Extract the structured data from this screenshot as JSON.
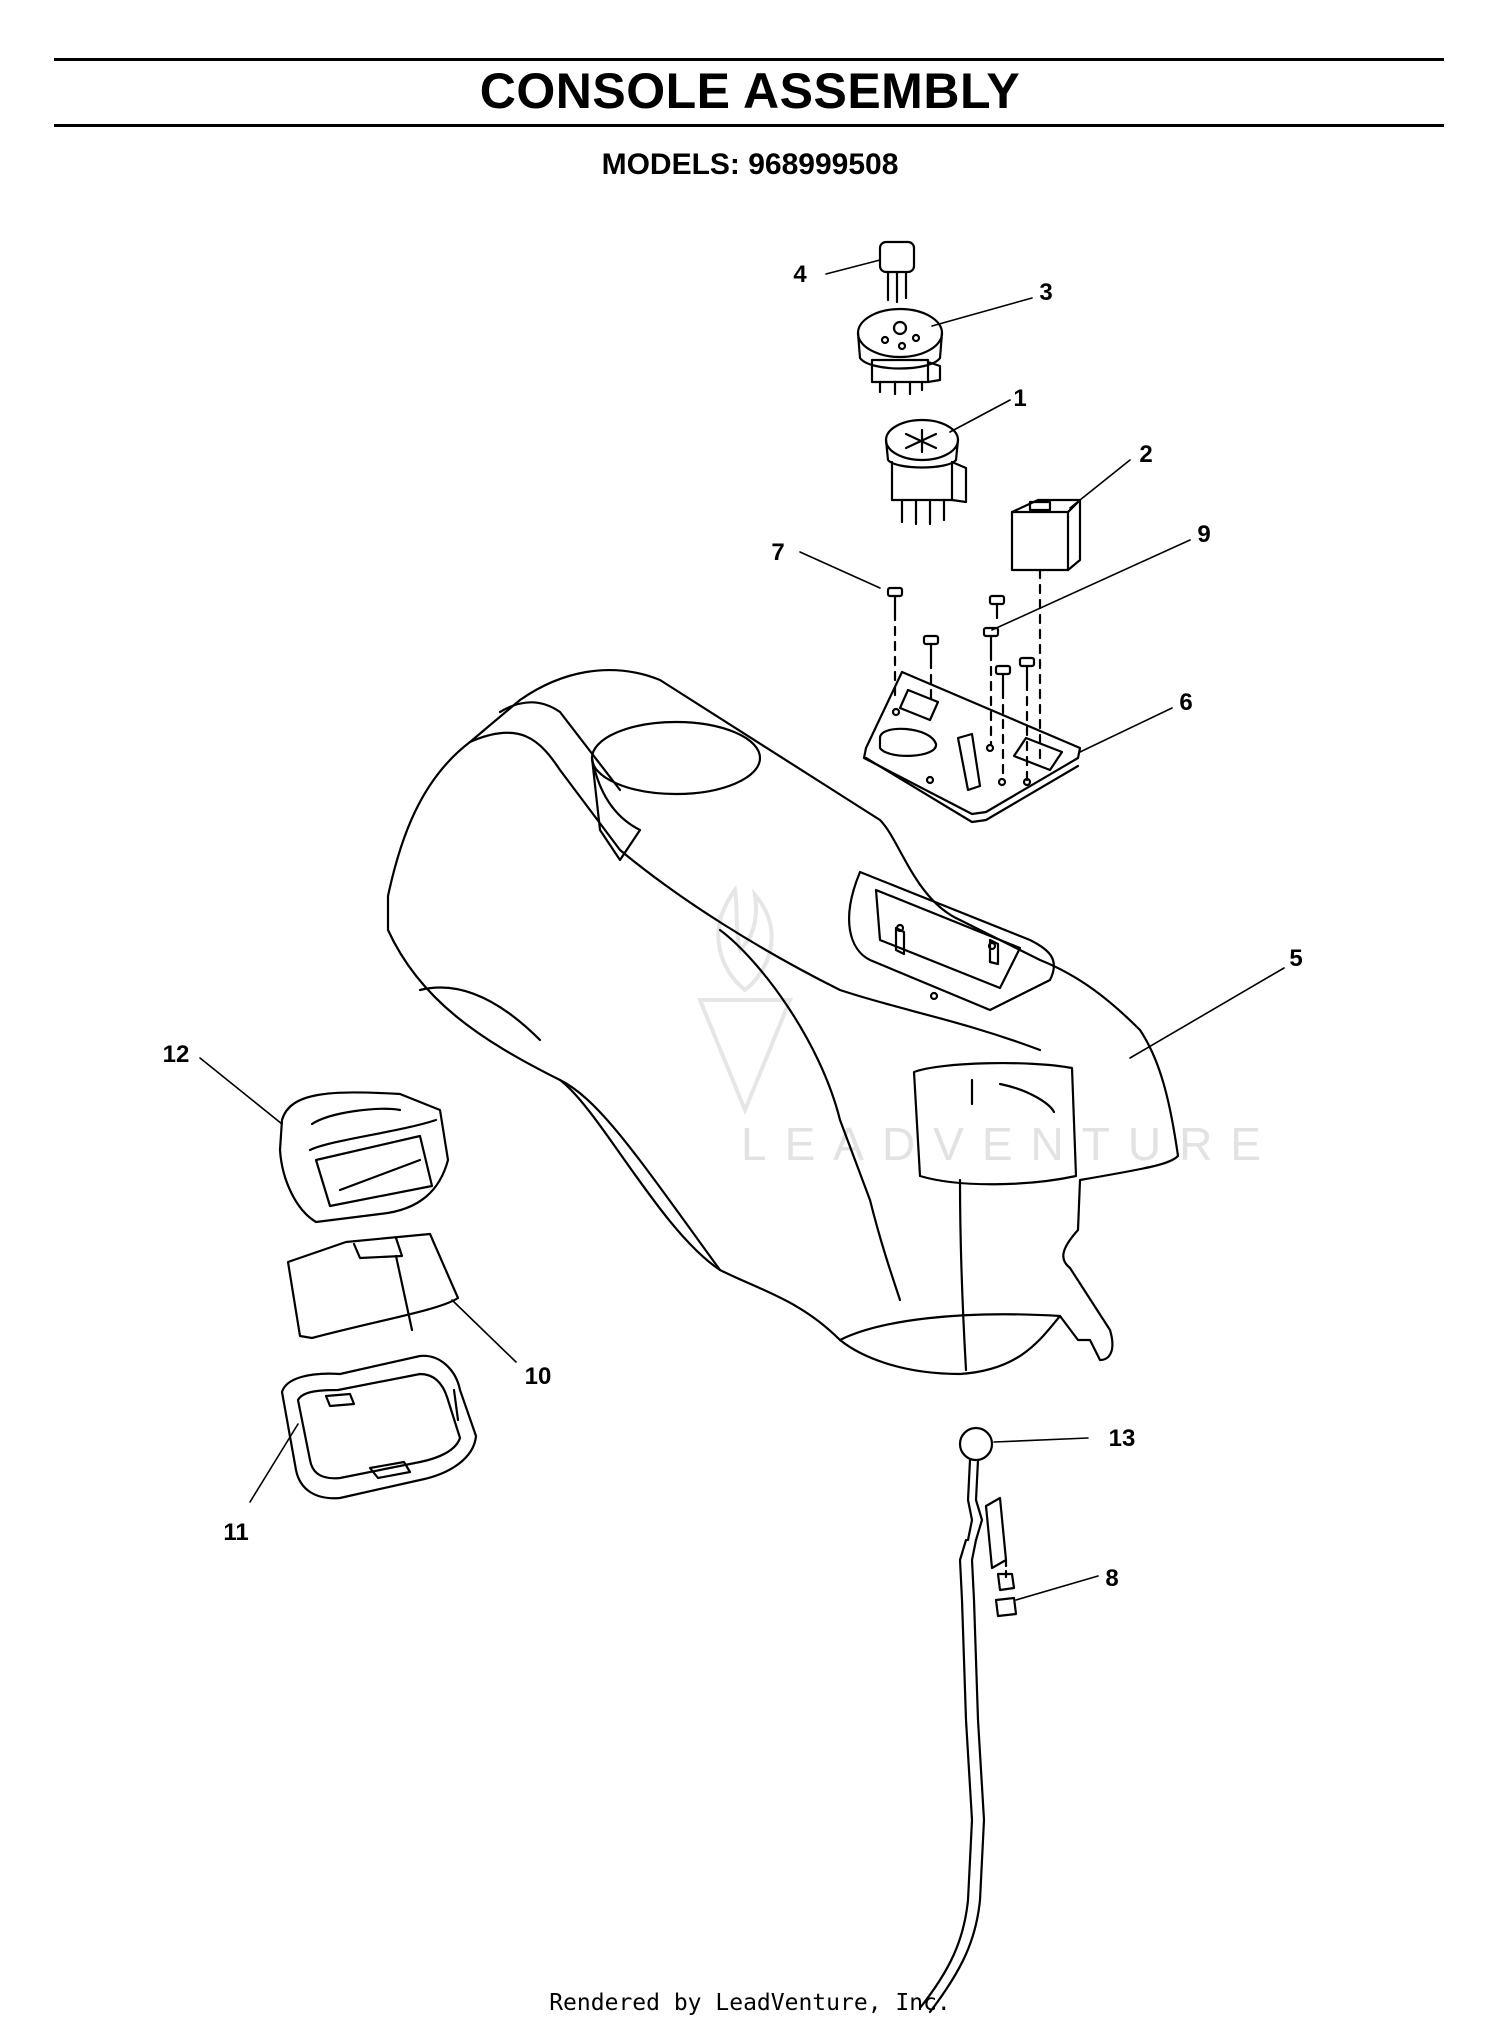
{
  "header": {
    "title": "CONSOLE ASSEMBLY",
    "models": "MODELS:  968999508"
  },
  "parts": [
    {
      "label": "1",
      "name": "part-1"
    },
    {
      "label": "2",
      "name": "part-2"
    },
    {
      "label": "3",
      "name": "part-3"
    },
    {
      "label": "4",
      "name": "part-4"
    },
    {
      "label": "5",
      "name": "part-5"
    },
    {
      "label": "6",
      "name": "part-6"
    },
    {
      "label": "7",
      "name": "part-7"
    },
    {
      "label": "8",
      "name": "part-8"
    },
    {
      "label": "9",
      "name": "part-9"
    },
    {
      "label": "10",
      "name": "part-10"
    },
    {
      "label": "11",
      "name": "part-11"
    },
    {
      "label": "12",
      "name": "part-12"
    },
    {
      "label": "13",
      "name": "part-13"
    }
  ],
  "watermark": "LEADVENTURE",
  "footer": "Rendered by LeadVenture, Inc."
}
